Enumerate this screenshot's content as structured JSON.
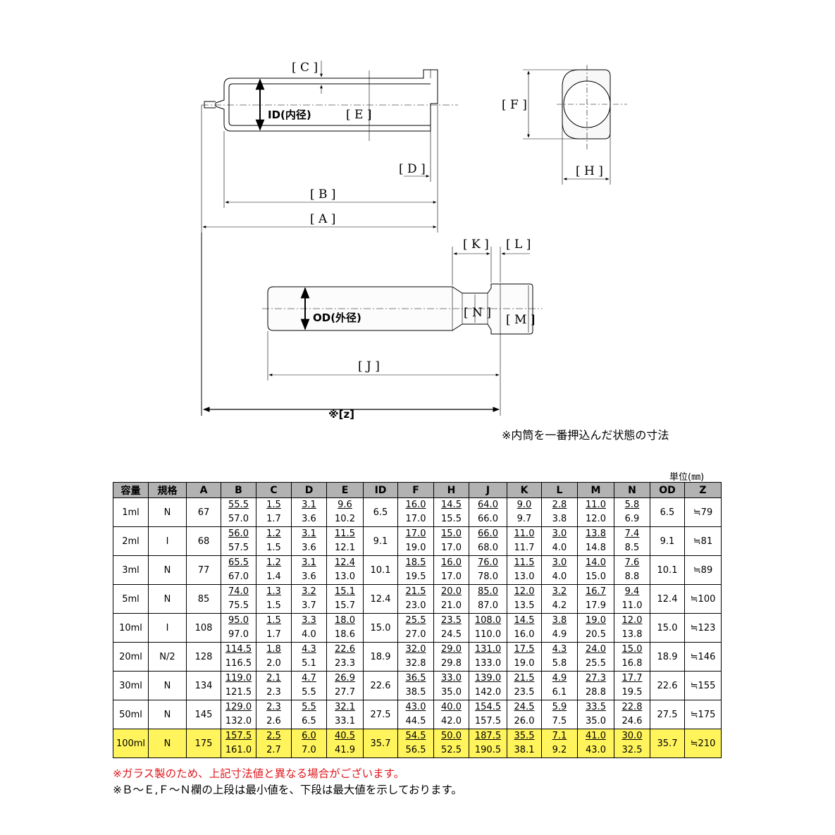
{
  "drawing": {
    "label_C": "[ C ]",
    "label_E": "[ E ]",
    "label_D": "[ D ]",
    "label_B": "[ B ]",
    "label_A": "[ A ]",
    "label_F": "[ F ]",
    "label_H": "[ H ]",
    "label_K": "[ K ]",
    "label_L": "[ L ]",
    "label_N": "[ N ]",
    "label_M": "[ M ]",
    "label_J": "[ J ]",
    "label_ID": "ID(内径)",
    "label_OD": "OD(外径)",
    "label_Z": "※[z]",
    "note": "※内筒を一番押込んだ状態の寸法"
  },
  "table": {
    "unit": "単位(㎜)",
    "headers": [
      "容量",
      "規格",
      "A",
      "B",
      "C",
      "D",
      "E",
      "ID",
      "F",
      "H",
      "J",
      "K",
      "L",
      "M",
      "N",
      "OD",
      "Z"
    ],
    "rows": [
      {
        "cap": "1ml",
        "std": "N",
        "A": "67",
        "B": [
          "55.5",
          "57.0"
        ],
        "C": [
          "1.5",
          "1.7"
        ],
        "D": [
          "3.1",
          "3.6"
        ],
        "E": [
          "9.6",
          "10.2"
        ],
        "ID": "6.5",
        "F": [
          "16.0",
          "17.0"
        ],
        "H": [
          "14.5",
          "15.5"
        ],
        "J": [
          "64.0",
          "66.0"
        ],
        "K": [
          "9.0",
          "9.7"
        ],
        "L": [
          "2.8",
          "3.8"
        ],
        "M": [
          "11.0",
          "12.0"
        ],
        "N": [
          "5.8",
          "6.9"
        ],
        "OD": "6.5",
        "Z": "≒79"
      },
      {
        "cap": "2ml",
        "std": "Ⅰ",
        "A": "68",
        "B": [
          "56.0",
          "57.5"
        ],
        "C": [
          "1.2",
          "1.5"
        ],
        "D": [
          "3.1",
          "3.6"
        ],
        "E": [
          "11.5",
          "12.1"
        ],
        "ID": "9.1",
        "F": [
          "17.0",
          "19.0"
        ],
        "H": [
          "15.0",
          "17.0"
        ],
        "J": [
          "66.0",
          "68.0"
        ],
        "K": [
          "11.0",
          "11.7"
        ],
        "L": [
          "3.0",
          "4.0"
        ],
        "M": [
          "13.8",
          "14.8"
        ],
        "N": [
          "7.4",
          "8.5"
        ],
        "OD": "9.1",
        "Z": "≒81"
      },
      {
        "cap": "3ml",
        "std": "N",
        "A": "77",
        "B": [
          "65.5",
          "67.0"
        ],
        "C": [
          "1.2",
          "1.4"
        ],
        "D": [
          "3.1",
          "3.6"
        ],
        "E": [
          "12.4",
          "13.0"
        ],
        "ID": "10.1",
        "F": [
          "18.5",
          "19.5"
        ],
        "H": [
          "16.0",
          "17.0"
        ],
        "J": [
          "76.0",
          "78.0"
        ],
        "K": [
          "11.5",
          "13.0"
        ],
        "L": [
          "3.0",
          "4.0"
        ],
        "M": [
          "14.0",
          "15.0"
        ],
        "N": [
          "7.6",
          "8.8"
        ],
        "OD": "10.1",
        "Z": "≒89"
      },
      {
        "cap": "5ml",
        "std": "N",
        "A": "85",
        "B": [
          "74.0",
          "75.5"
        ],
        "C": [
          "1.3",
          "1.5"
        ],
        "D": [
          "3.2",
          "3.7"
        ],
        "E": [
          "15.1",
          "15.7"
        ],
        "ID": "12.4",
        "F": [
          "21.5",
          "23.0"
        ],
        "H": [
          "20.0",
          "21.0"
        ],
        "J": [
          "85.0",
          "87.0"
        ],
        "K": [
          "12.0",
          "13.5"
        ],
        "L": [
          "3.2",
          "4.2"
        ],
        "M": [
          "16.7",
          "17.9"
        ],
        "N": [
          "9.4",
          "11.0"
        ],
        "OD": "12.4",
        "Z": "≒100"
      },
      {
        "cap": "10ml",
        "std": "Ⅰ",
        "A": "108",
        "B": [
          "95.0",
          "97.0"
        ],
        "C": [
          "1.5",
          "1.7"
        ],
        "D": [
          "3.3",
          "4.0"
        ],
        "E": [
          "18.0",
          "18.6"
        ],
        "ID": "15.0",
        "F": [
          "25.5",
          "27.0"
        ],
        "H": [
          "23.5",
          "24.5"
        ],
        "J": [
          "108.0",
          "110.0"
        ],
        "K": [
          "14.5",
          "16.0"
        ],
        "L": [
          "3.8",
          "4.9"
        ],
        "M": [
          "19.0",
          "20.5"
        ],
        "N": [
          "12.0",
          "13.8"
        ],
        "OD": "15.0",
        "Z": "≒123"
      },
      {
        "cap": "20ml",
        "std": "N/2",
        "A": "128",
        "B": [
          "114.5",
          "116.5"
        ],
        "C": [
          "1.8",
          "2.0"
        ],
        "D": [
          "4.3",
          "5.1"
        ],
        "E": [
          "22.6",
          "23.3"
        ],
        "ID": "18.9",
        "F": [
          "32.0",
          "32.8"
        ],
        "H": [
          "29.0",
          "29.8"
        ],
        "J": [
          "131.0",
          "133.0"
        ],
        "K": [
          "17.5",
          "19.0"
        ],
        "L": [
          "4.3",
          "5.8"
        ],
        "M": [
          "24.0",
          "25.5"
        ],
        "N": [
          "15.0",
          "16.8"
        ],
        "OD": "18.9",
        "Z": "≒146"
      },
      {
        "cap": "30ml",
        "std": "N",
        "A": "134",
        "B": [
          "119.0",
          "121.5"
        ],
        "C": [
          "2.1",
          "2.3"
        ],
        "D": [
          "4.7",
          "5.5"
        ],
        "E": [
          "26.9",
          "27.7"
        ],
        "ID": "22.6",
        "F": [
          "36.5",
          "38.5"
        ],
        "H": [
          "33.0",
          "35.0"
        ],
        "J": [
          "139.0",
          "142.0"
        ],
        "K": [
          "21.5",
          "23.5"
        ],
        "L": [
          "4.9",
          "6.1"
        ],
        "M": [
          "27.3",
          "28.8"
        ],
        "N": [
          "17.7",
          "19.5"
        ],
        "OD": "22.6",
        "Z": "≒155"
      },
      {
        "cap": "50ml",
        "std": "N",
        "A": "145",
        "B": [
          "129.0",
          "132.0"
        ],
        "C": [
          "2.3",
          "2.6"
        ],
        "D": [
          "5.5",
          "6.5"
        ],
        "E": [
          "32.1",
          "33.1"
        ],
        "ID": "27.5",
        "F": [
          "43.0",
          "44.5"
        ],
        "H": [
          "40.0",
          "42.0"
        ],
        "J": [
          "154.5",
          "157.5"
        ],
        "K": [
          "24.5",
          "26.0"
        ],
        "L": [
          "5.9",
          "7.5"
        ],
        "M": [
          "33.5",
          "35.0"
        ],
        "N": [
          "22.8",
          "24.6"
        ],
        "OD": "27.5",
        "Z": "≒175"
      },
      {
        "cap": "100ml",
        "std": "N",
        "A": "175",
        "B": [
          "157.5",
          "161.0"
        ],
        "C": [
          "2.5",
          "2.7"
        ],
        "D": [
          "6.0",
          "7.0"
        ],
        "E": [
          "40.5",
          "41.9"
        ],
        "ID": "35.7",
        "F": [
          "54.5",
          "56.5"
        ],
        "H": [
          "50.0",
          "52.5"
        ],
        "J": [
          "187.5",
          "190.5"
        ],
        "K": [
          "35.5",
          "38.1"
        ],
        "L": [
          "7.1",
          "9.2"
        ],
        "M": [
          "41.0",
          "43.0"
        ],
        "N": [
          "30.0",
          "32.5"
        ],
        "OD": "35.7",
        "Z": "≒210",
        "highlight": true
      }
    ]
  },
  "footnotes": {
    "line1": "※ガラス製のため、上記寸法値と異なる場合がございます。",
    "line2": "※Ｂ～Ｅ,Ｆ～Ｎ欄の上段は最小値を、下段は最大値を示しております。"
  },
  "colors": {
    "header_bg": "#b2b2b2",
    "highlight_bg": "#fff45c",
    "warning_text": "#e0161c"
  }
}
